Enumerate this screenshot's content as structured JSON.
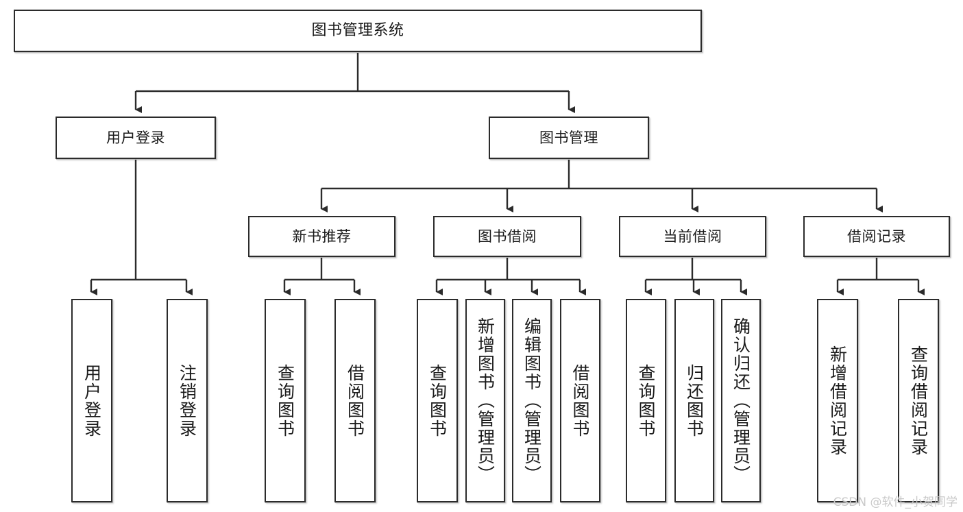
{
  "diagram": {
    "type": "tree-hierarchy",
    "title": "图书管理系统",
    "watermark": "CSDN @软件_小贺同学",
    "colors": {
      "box_border": "#2b2b2b",
      "box_fill": "#ffffff",
      "connector": "#2b2b2b",
      "watermark": "#c9c9c9",
      "background": "#ffffff"
    }
  },
  "nodes": {
    "root": {
      "label": "图书管理系统"
    },
    "level1": [
      {
        "label": "用户登录"
      },
      {
        "label": "图书管理"
      }
    ],
    "level2": [
      {
        "label": "新书推荐"
      },
      {
        "label": "图书借阅"
      },
      {
        "label": "当前借阅"
      },
      {
        "label": "借阅记录"
      }
    ],
    "leaves": {
      "user_login": [
        {
          "label": "用户登录"
        },
        {
          "label": "注销登录"
        }
      ],
      "new_book_recommend": [
        {
          "label": "查询图书"
        },
        {
          "label": "借阅图书"
        }
      ],
      "book_borrow": [
        {
          "label": "查询图书"
        },
        {
          "label": "新增图书（管理员）"
        },
        {
          "label": "编辑图书（管理员）"
        },
        {
          "label": "借阅图书"
        }
      ],
      "current_borrow": [
        {
          "label": "查询图书"
        },
        {
          "label": "归还图书"
        },
        {
          "label": "确认归还（管理员）"
        }
      ],
      "borrow_records": [
        {
          "label": "新增借阅记录"
        },
        {
          "label": "查询借阅记录"
        }
      ]
    }
  }
}
